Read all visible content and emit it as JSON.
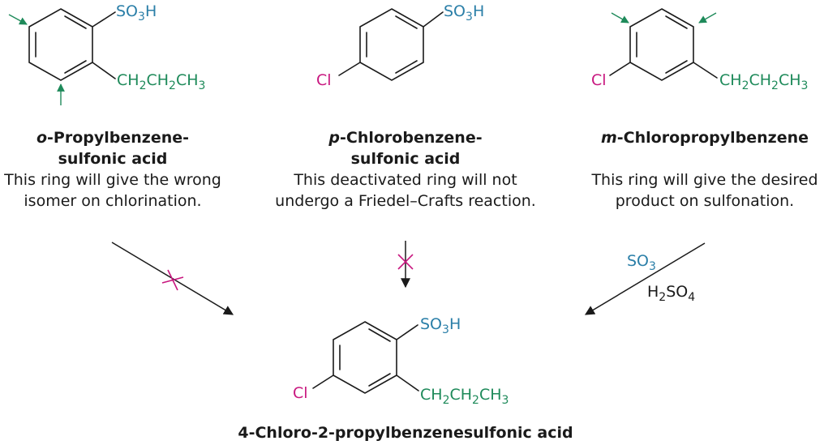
{
  "compounds": [
    {
      "prefix": "o",
      "name_line1": "-Propylbenzene-",
      "name_line2": "sulfonic acid",
      "desc_line1": "This ring will give the wrong",
      "desc_line2": "isomer on chlorination."
    },
    {
      "prefix": "p",
      "name_line1": "-Chlorobenzene-",
      "name_line2": "sulfonic acid",
      "desc_line1": "This deactivated ring will not",
      "desc_line2": "undergo a Friedel–Crafts reaction."
    },
    {
      "prefix": "m",
      "name_line1": "-Chloropropylbenzene",
      "desc_line1": "This ring will give the desired",
      "desc_line2": "product on sulfonation."
    }
  ],
  "product_name": "4-Chloro-2-propylbenzenesulfonic acid",
  "groups": {
    "sulfonic": "SO",
    "sulfonic_sub": "3",
    "sulfonic_end": "H",
    "chloro": "Cl",
    "propyl_a": "CH",
    "propyl_sub1": "2",
    "propyl_b": "CH",
    "propyl_sub2": "2",
    "propyl_c": "CH",
    "propyl_sub3": "3"
  },
  "reagents": {
    "so3": "SO",
    "so3_sub": "3",
    "h2so4_a": "H",
    "h2so4_sub1": "2",
    "h2so4_b": "SO",
    "h2so4_sub2": "4"
  },
  "colors": {
    "sulfonic": "#2b7fa8",
    "propyl": "#1e8a5a",
    "chloro": "#c8177f",
    "blocked_mark": "#c8177f"
  }
}
